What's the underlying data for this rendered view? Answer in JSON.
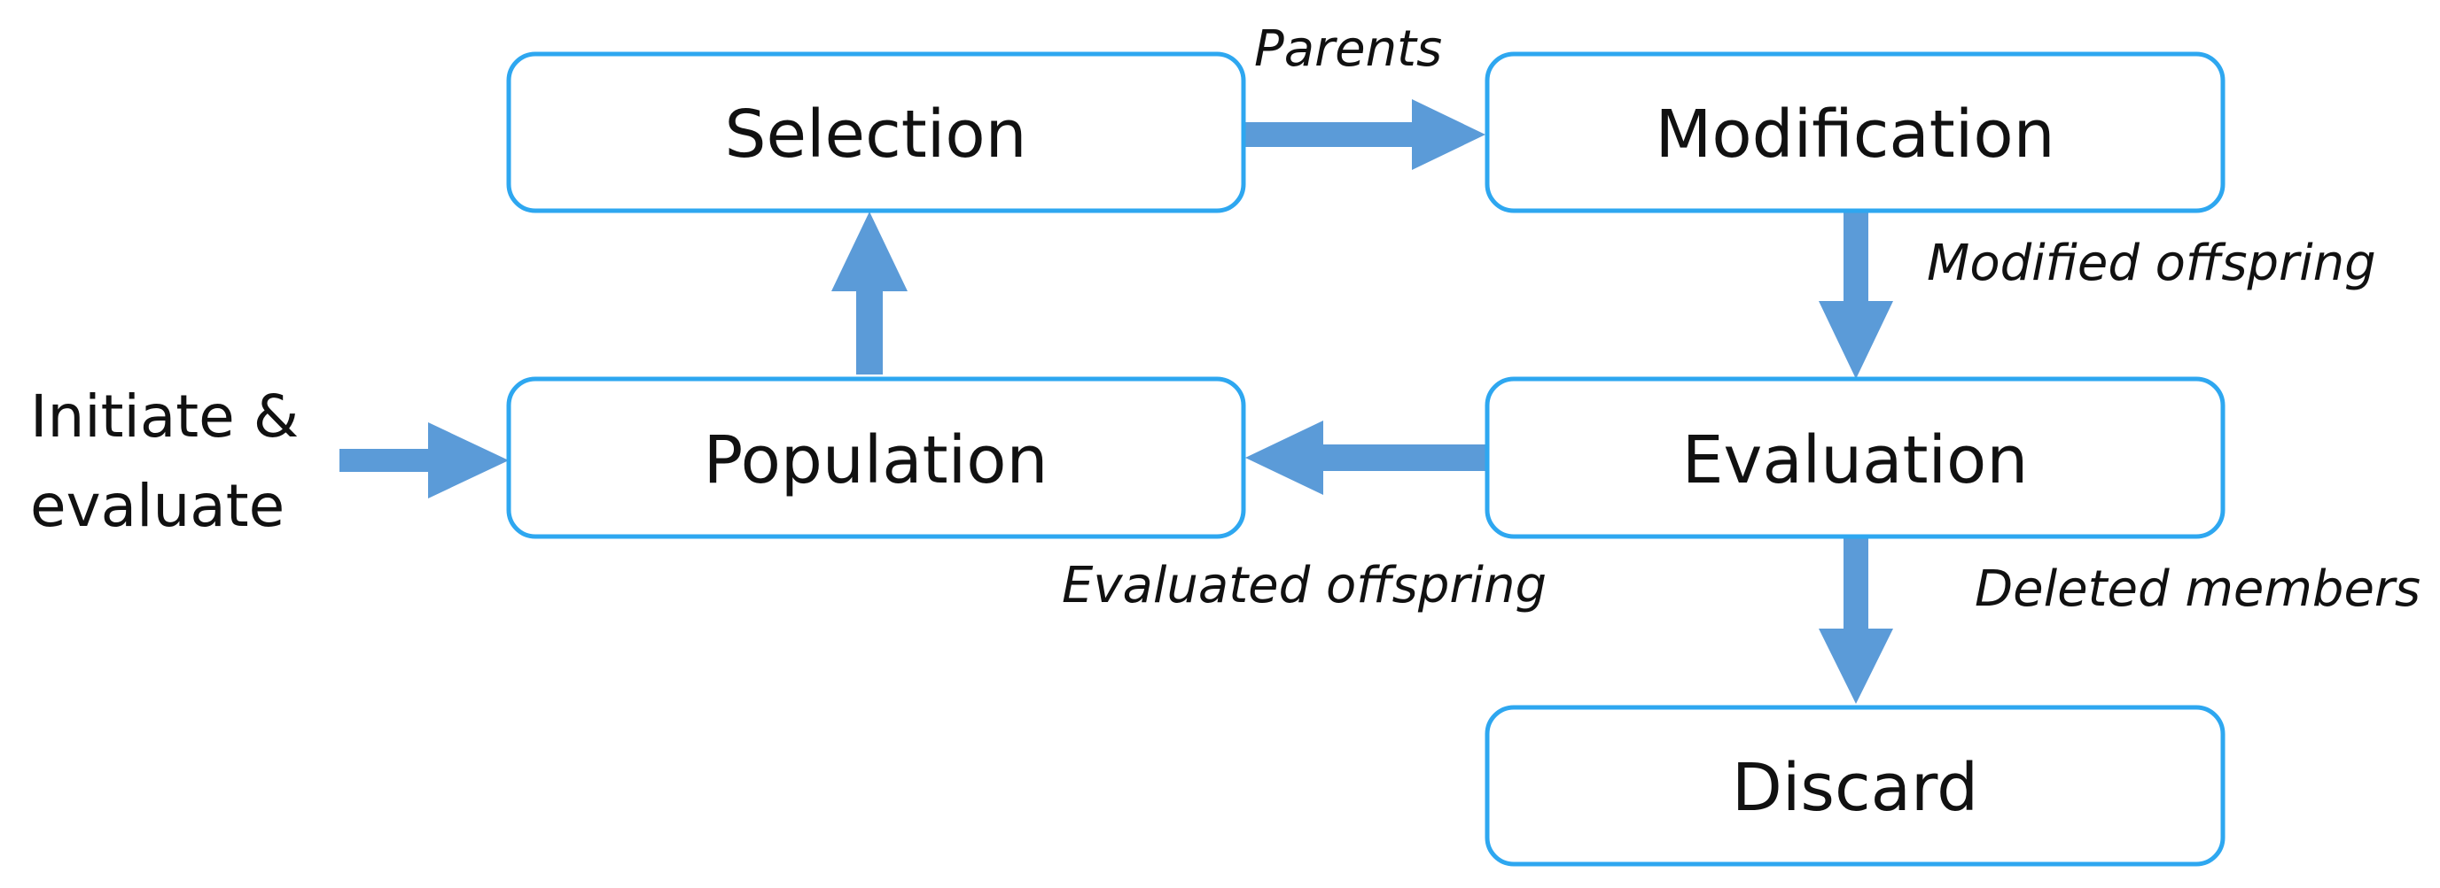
{
  "nodes": {
    "selection": "Selection",
    "modification": "Modification",
    "population": "Population",
    "evaluation": "Evaluation",
    "discard": "Discard"
  },
  "edges": {
    "parents": "Parents",
    "modified_offspring": "Modified offspring",
    "evaluated_offspring": "Evaluated offspring",
    "deleted_members": "Deleted members"
  },
  "entry": {
    "line1": "Initiate &",
    "line2": "evaluate"
  },
  "colors": {
    "box_border": "#2ea7f0",
    "arrow": "#5b9bd8"
  }
}
